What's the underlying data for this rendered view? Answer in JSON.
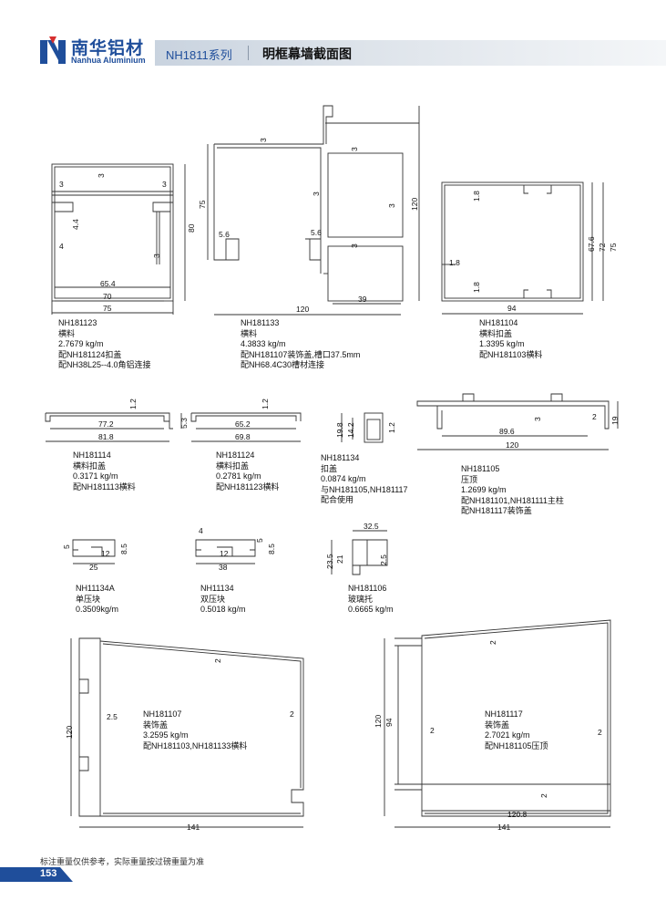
{
  "header": {
    "brand_cn": "南华铝材",
    "brand_en": "Nanhua Aluminium",
    "series": "NH1811系列",
    "title": "明框幕墙截面图",
    "colors": {
      "brand": "#1f4e9b",
      "accent": "#d62f2f"
    }
  },
  "profiles": [
    {
      "code": "NH181123",
      "name": "横料",
      "weight": "2.7679 kg/m",
      "notes": [
        "配NH181124扣盖",
        "配NH38L25--4.0角铝连接"
      ],
      "dims": [
        "3",
        "3",
        "3",
        "4.4",
        "4",
        "3",
        "80",
        "65.4",
        "70",
        "75"
      ]
    },
    {
      "code": "NH181133",
      "name": "横料",
      "weight": "4.3833 kg/m",
      "notes": [
        "配NH181107装饰盖,槽口37.5mm",
        "配NH68.4C30槽材连接"
      ],
      "dims": [
        "3",
        "3",
        "75",
        "3",
        "3",
        "120",
        "5.6",
        "5.6",
        "3",
        "120",
        "39"
      ]
    },
    {
      "code": "NH181104",
      "name": "横料扣盖",
      "weight": "1.3395 kg/m",
      "notes": [
        "配NH181103横料"
      ],
      "dims": [
        "1.8",
        "67.6",
        "72",
        "75",
        "1.8",
        "1.8",
        "94"
      ]
    },
    {
      "code": "NH181114",
      "name": "横料扣盖",
      "weight": "0.3171 kg/m",
      "notes": [
        "配NH181113横料"
      ],
      "dims": [
        "1.2",
        "77.2",
        "5.3",
        "81.8"
      ]
    },
    {
      "code": "NH181124",
      "name": "横料扣盖",
      "weight": "0.2781 kg/m",
      "notes": [
        "配NH181123横料"
      ],
      "dims": [
        "1.2",
        "65.2",
        "69.8"
      ]
    },
    {
      "code": "NH181134",
      "name": "扣盖",
      "weight": "0.0874 kg/m",
      "notes": [
        "与NH181105,NH181117",
        "配合使用"
      ],
      "dims": [
        "19.8",
        "14.2",
        "1.2"
      ]
    },
    {
      "code": "NH181105",
      "name": "压顶",
      "weight": "1.2699 kg/m",
      "notes": [
        "配NH181101,NH181111主柱",
        "配NH181117装饰盖"
      ],
      "dims": [
        "3",
        "2",
        "19",
        "89.6",
        "120"
      ]
    },
    {
      "code": "NH11134A",
      "name": "单压块",
      "weight": "0.3509kg/m",
      "notes": [],
      "dims": [
        "5",
        "8.5",
        "12",
        "25"
      ]
    },
    {
      "code": "NH11134",
      "name": "双压块",
      "weight": "0.5018 kg/m",
      "notes": [],
      "dims": [
        "4",
        "5",
        "8.5",
        "12",
        "38"
      ]
    },
    {
      "code": "NH181106",
      "name": "玻璃托",
      "weight": "0.6665 kg/m",
      "notes": [],
      "dims": [
        "32.5",
        "23.5",
        "21",
        "2.5"
      ]
    },
    {
      "code": "NH181107",
      "name": "装饰盖",
      "weight": "3.2595 kg/m",
      "notes": [
        "配NH181103,NH181133横料"
      ],
      "dims": [
        "2",
        "2.5",
        "2",
        "120",
        "141"
      ]
    },
    {
      "code": "NH181117",
      "name": "装饰盖",
      "weight": "2.7021 kg/m",
      "notes": [
        "配NH181105压顶"
      ],
      "dims": [
        "2",
        "120",
        "94",
        "2",
        "2",
        "2",
        "120.8",
        "141"
      ]
    }
  ],
  "footer": {
    "note": "标注重量仅供参考，实际重量按过磅重量为准",
    "page_number": "153"
  }
}
